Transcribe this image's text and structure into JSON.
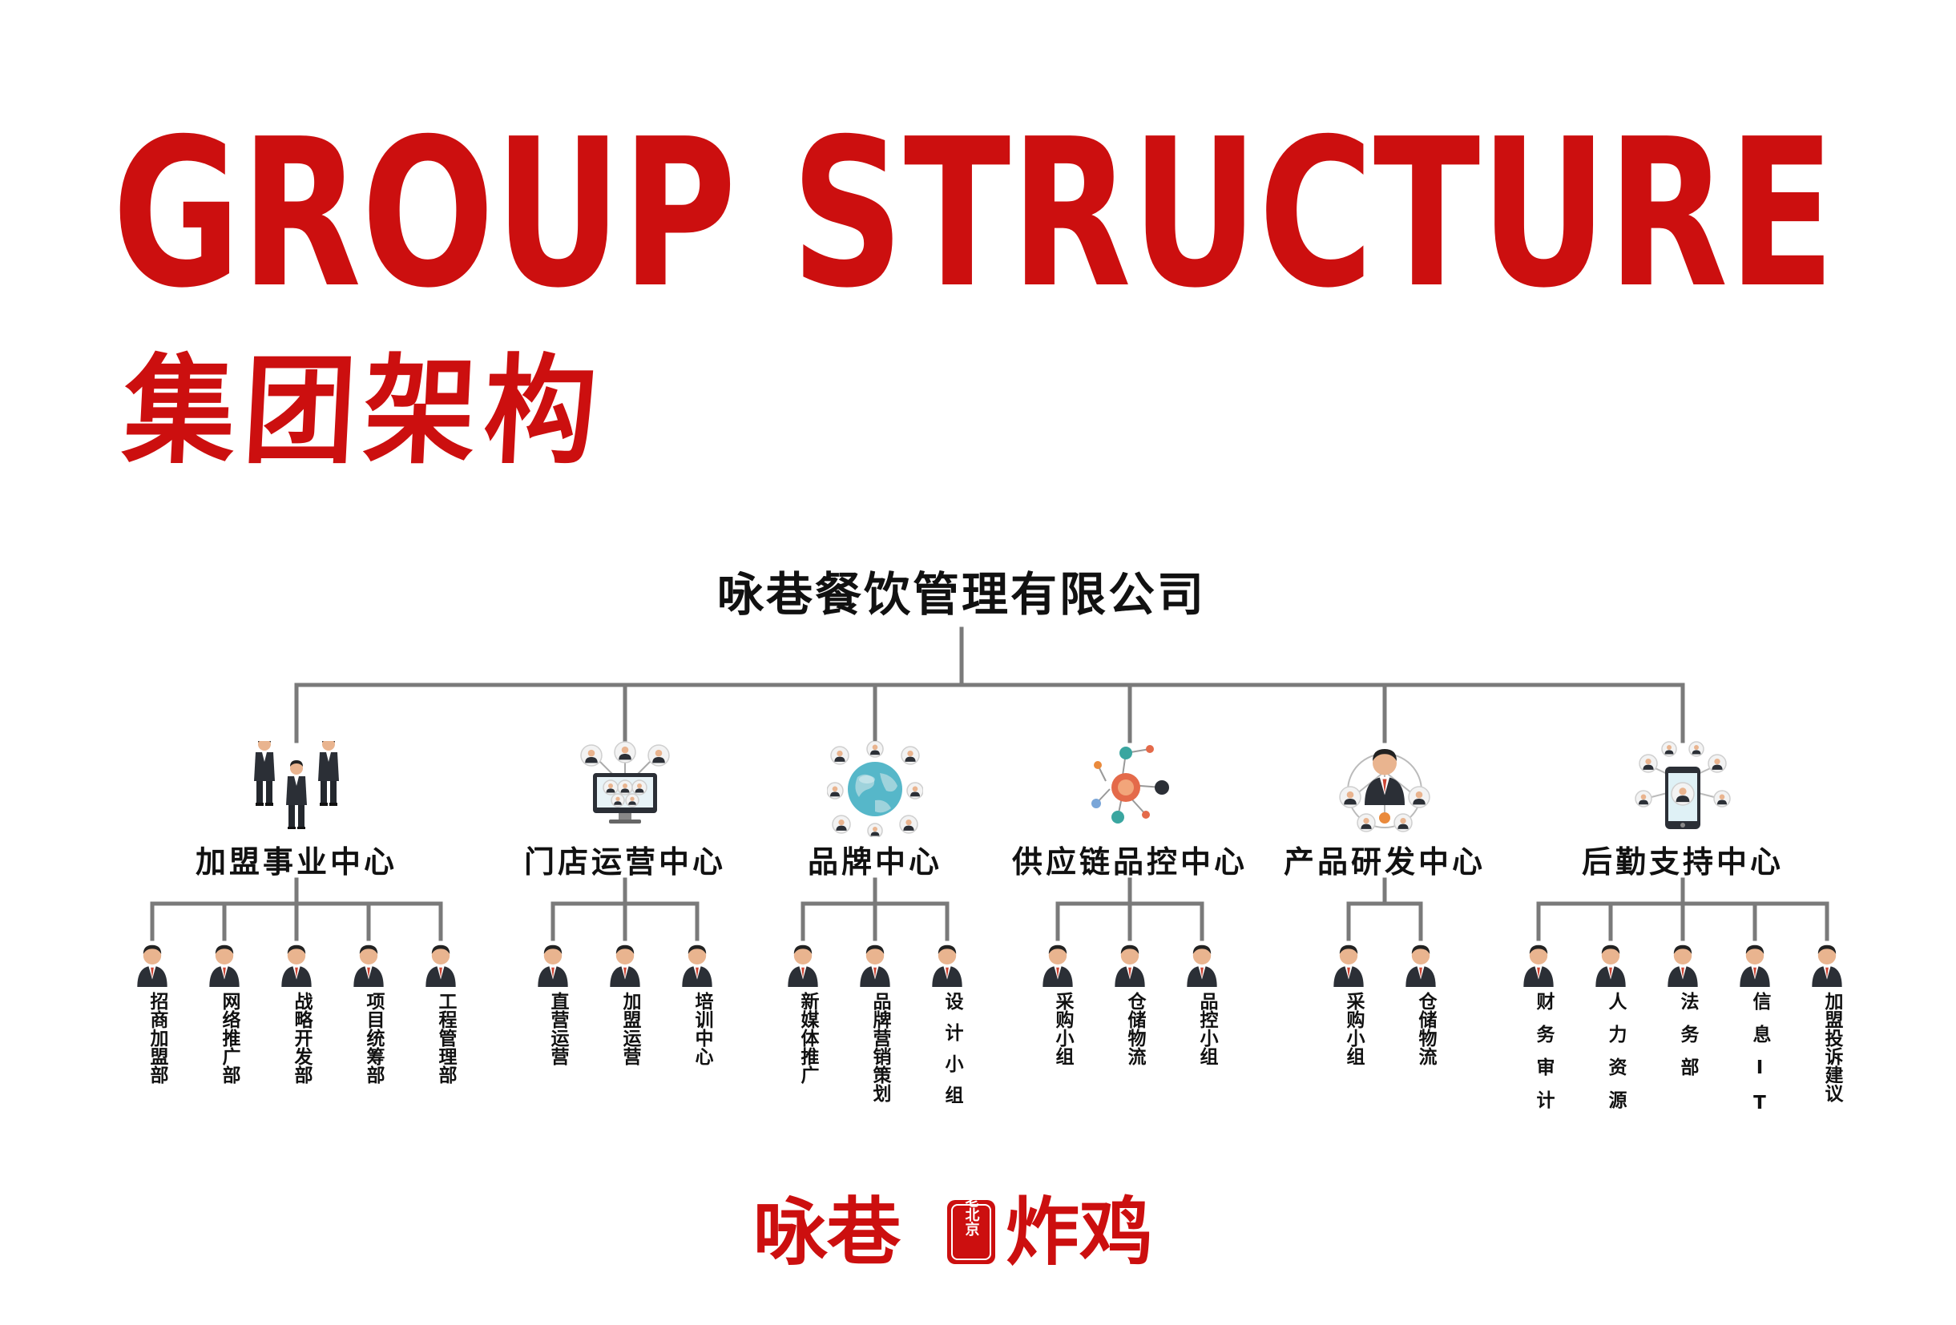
{
  "title": {
    "en": "GROUP STRUCTURE",
    "cn": "集团架构"
  },
  "company": "咏巷餐饮管理有限公司",
  "centers": [
    {
      "name": "加盟事业中心",
      "icon": "business-team-icon",
      "departments": [
        "招商加盟部",
        "网络推广部",
        "战略开发部",
        "项目统筹部",
        "工程管理部"
      ]
    },
    {
      "name": "门店运营中心",
      "icon": "video-conference-icon",
      "departments": [
        "直营运营",
        "加盟运营",
        "培训中心"
      ]
    },
    {
      "name": "品牌中心",
      "icon": "global-network-icon",
      "departments": [
        "新媒体推广",
        "品牌营销策划",
        "设计小组"
      ]
    },
    {
      "name": "供应链品控中心",
      "icon": "supply-network-icon",
      "departments": [
        "采购小组",
        "仓储物流",
        "品控小组"
      ]
    },
    {
      "name": "产品研发中心",
      "icon": "team-leader-network-icon",
      "departments": [
        "采购小组",
        "仓储物流"
      ]
    },
    {
      "name": "后勤支持中心",
      "icon": "mobile-contacts-icon",
      "departments": [
        "财务审计",
        "人力资源",
        "法务部",
        "信息IT",
        "加盟投诉建议"
      ]
    }
  ],
  "footer": {
    "left": "咏巷",
    "seal": "老北京",
    "right": "炸鸡"
  },
  "colors": {
    "brand_red": "#cc0f0f",
    "line_gray": "#7a7a7a",
    "text_dark": "#111111",
    "suit": "#2b2f36",
    "skin": "#e9b48f",
    "accent_teal": "#3aa6a0",
    "accent_orange": "#ea8a3c"
  }
}
